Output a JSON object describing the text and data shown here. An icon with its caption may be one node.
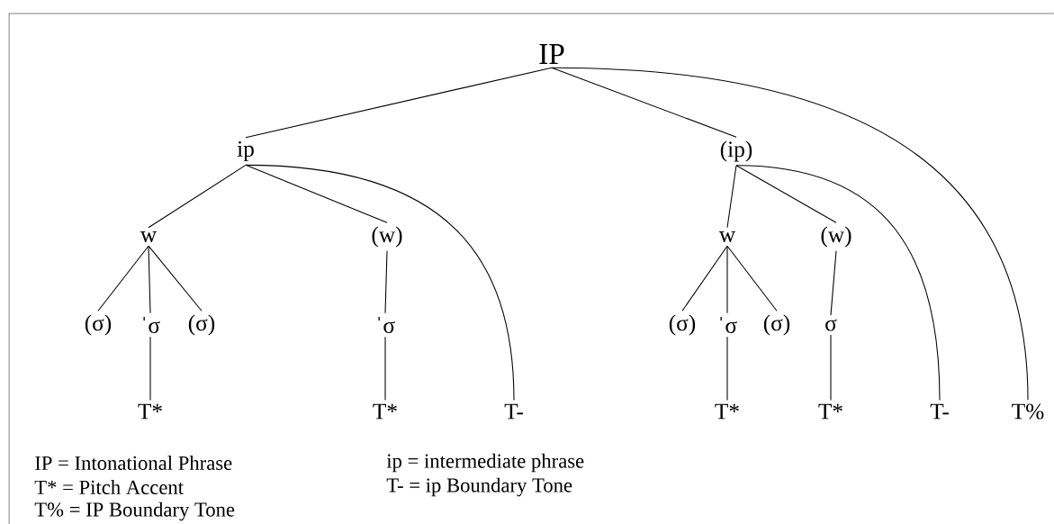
{
  "diagram": {
    "nodes": [
      {
        "text": [
          "IP"
        ]
      },
      {
        "text": [
          "ip"
        ]
      },
      {
        "text": [
          "(ip)"
        ]
      },
      {
        "text": [
          "w"
        ]
      },
      {
        "text": [
          "(w)"
        ]
      },
      {
        "text": [
          "w"
        ]
      },
      {
        "text": [
          "(w)"
        ]
      },
      {
        "text": [
          "(σ)"
        ]
      },
      {
        "text": [
          "ˈσ"
        ]
      },
      {
        "text": [
          "(σ)"
        ]
      },
      {
        "text": [
          "ˈσ"
        ]
      },
      {
        "text": [
          "(σ)"
        ]
      },
      {
        "text": [
          "ˈσ"
        ]
      },
      {
        "text": [
          "(σ)"
        ]
      },
      {
        "text": [
          "σ"
        ]
      },
      {
        "text": [
          "T*"
        ]
      },
      {
        "text": [
          "T*"
        ]
      },
      {
        "text": [
          "T-"
        ]
      },
      {
        "text": [
          "T*"
        ]
      },
      {
        "text": [
          "T*"
        ]
      },
      {
        "text": [
          "T-"
        ]
      },
      {
        "text": [
          "T%"
        ]
      }
    ],
    "edges": [
      {
        "from": 0,
        "to": 1,
        "arrow": "none"
      },
      {
        "from": 0,
        "to": 2,
        "arrow": "none"
      },
      {
        "from": 0,
        "to": 21,
        "arrow": "none"
      },
      {
        "from": 1,
        "to": 3,
        "arrow": "none"
      },
      {
        "from": 1,
        "to": 4,
        "arrow": "none"
      },
      {
        "from": 1,
        "to": 17,
        "arrow": "none"
      },
      {
        "from": 2,
        "to": 5,
        "arrow": "none"
      },
      {
        "from": 2,
        "to": 6,
        "arrow": "none"
      },
      {
        "from": 2,
        "to": 20,
        "arrow": "none"
      },
      {
        "from": 3,
        "to": 7,
        "arrow": "none"
      },
      {
        "from": 3,
        "to": 8,
        "arrow": "none"
      },
      {
        "from": 3,
        "to": 9,
        "arrow": "none"
      },
      {
        "from": 4,
        "to": 10,
        "arrow": "none"
      },
      {
        "from": 5,
        "to": 11,
        "arrow": "none"
      },
      {
        "from": 5,
        "to": 12,
        "arrow": "none"
      },
      {
        "from": 5,
        "to": 13,
        "arrow": "none"
      },
      {
        "from": 6,
        "to": 14,
        "arrow": "none"
      },
      {
        "from": 8,
        "to": 15,
        "arrow": "none"
      },
      {
        "from": 10,
        "to": 16,
        "arrow": "none"
      },
      {
        "from": 12,
        "to": 18,
        "arrow": "none"
      },
      {
        "from": 14,
        "to": 19,
        "arrow": "none"
      }
    ],
    "labels": [
      "IP = Intonational Phrase",
      "ip = intermediate phrase",
      "T* = Pitch Accent",
      "T- = ip Boundary Tone",
      "T% = IP Boundary Tone"
    ]
  }
}
